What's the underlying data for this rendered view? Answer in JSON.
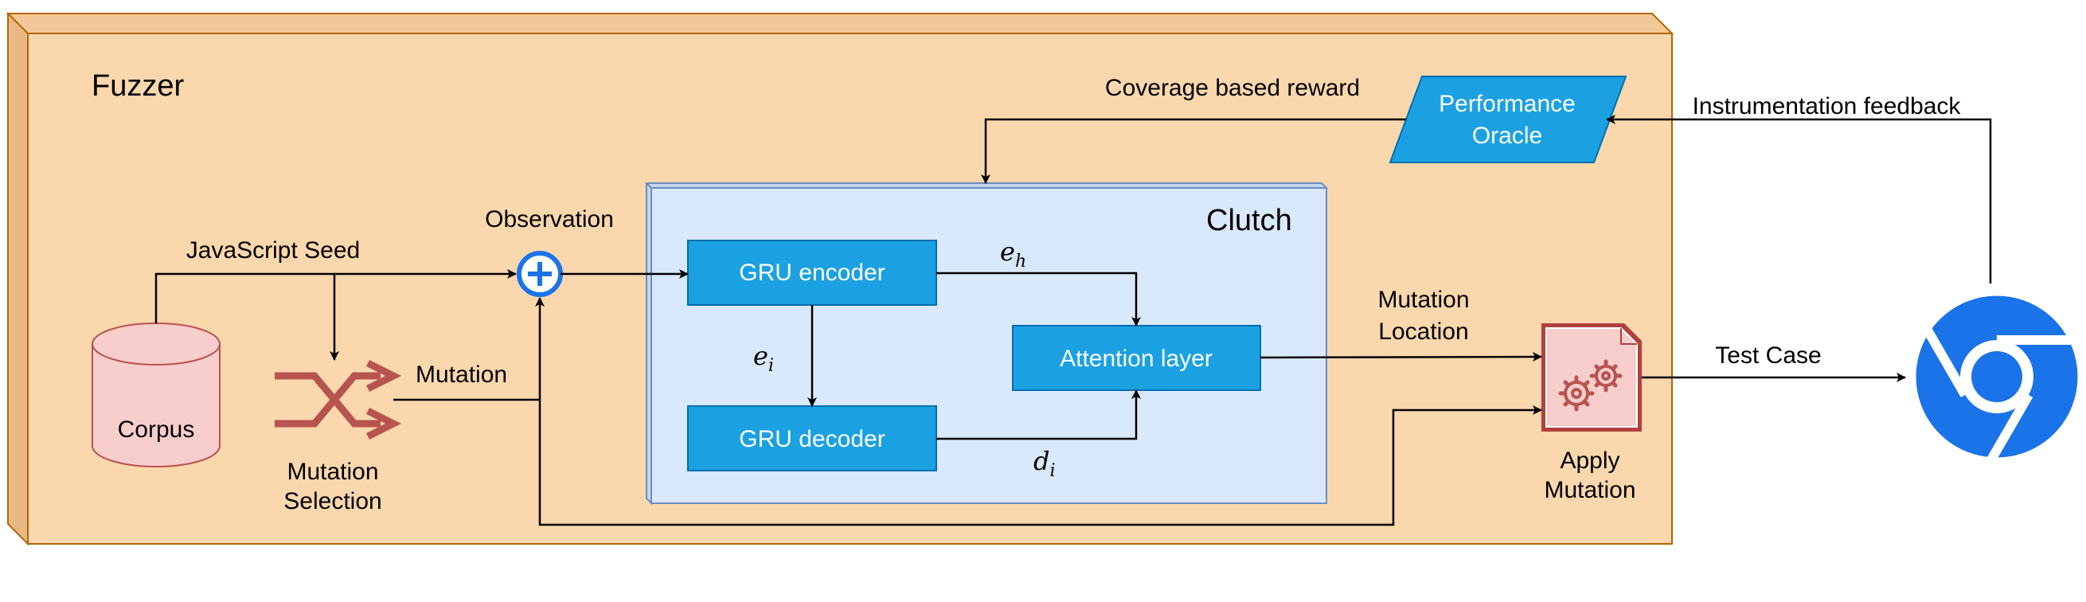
{
  "fuzzer": {
    "title": "Fuzzer"
  },
  "clutch": {
    "title": "Clutch"
  },
  "corpus": {
    "label": "Corpus"
  },
  "mutation_selection": {
    "line1": "Mutation",
    "line2": "Selection"
  },
  "observation": {
    "label": "Observation"
  },
  "gru_encoder": {
    "label": "GRU encoder"
  },
  "gru_decoder": {
    "label": "GRU decoder"
  },
  "attention": {
    "label": "Attention layer"
  },
  "oracle": {
    "line1": "Performance",
    "line2": "Oracle"
  },
  "apply_mutation": {
    "line1": "Apply",
    "line2": "Mutation"
  },
  "edges": {
    "js_seed": "JavaScript Seed",
    "mutation": "Mutation",
    "coverage_reward": "Coverage based reward",
    "instrumentation": "Instrumentation feedback",
    "mutation_location_1": "Mutation",
    "mutation_location_2": "Location",
    "test_case": "Test Case",
    "e_h_base": "e",
    "e_h_sub": "h",
    "e_i_base": "e",
    "e_i_sub": "i",
    "d_i_base": "d",
    "d_i_sub": "i"
  },
  "browser": {
    "icon": "chrome-icon"
  },
  "colors": {
    "fuzzer_fill": "#FAD7AC",
    "fuzzer_stroke": "#B46504",
    "clutch_fill": "#DAE8FC",
    "clutch_stroke": "#6C8EBF",
    "box_fill": "#1BA1E2",
    "box_stroke": "#006EAF",
    "corpus_fill": "#F8CECC",
    "corpus_stroke": "#B85450",
    "shuffle": "#B85450",
    "chrome": "#1A73E8"
  }
}
